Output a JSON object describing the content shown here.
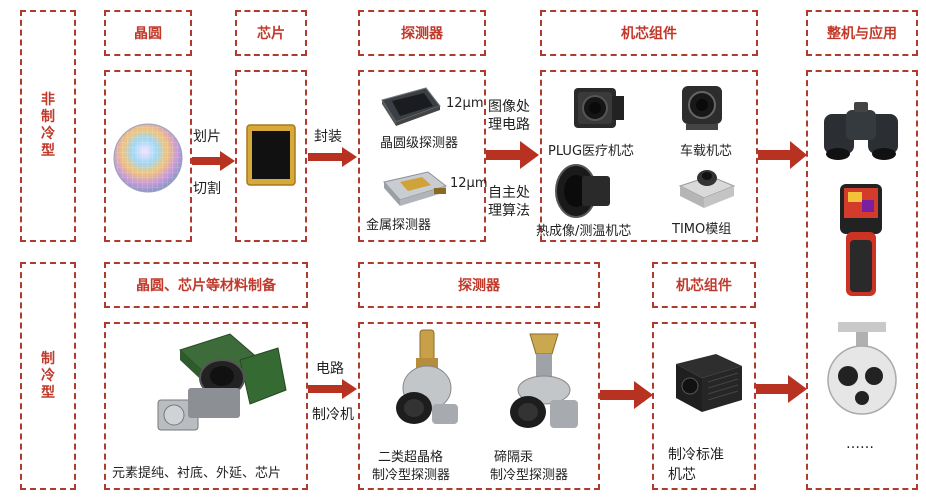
{
  "colors": {
    "border": "#b03a2e",
    "label": "#c0392b",
    "arrow": "#b83222"
  },
  "rows": {
    "uncooled": {
      "label": "非制冷型"
    },
    "cooled": {
      "label": "制冷型"
    }
  },
  "headers": {
    "wafer": "晶圆",
    "chip": "芯片",
    "detector": "探测器",
    "core_components": "机芯组件",
    "complete_machine": "整机与应用",
    "cooled_materials": "晶圆、芯片等材料制备",
    "cooled_detector": "探测器",
    "cooled_core": "机芯组件"
  },
  "uncooled": {
    "dicing_top": "划片",
    "dicing_bottom": "切割",
    "packaging": "封装",
    "detector_size_1": "12μm",
    "detector_name_1": "晶圆级探测器",
    "detector_size_2": "12μm",
    "detector_name_2": "金属探测器",
    "image_proc_1": "图像处",
    "image_proc_2": "理电路",
    "algo_1": "自主处",
    "algo_2": "理算法",
    "core_plug": "PLUG医疗机芯",
    "core_vehicle": "车载机芯",
    "core_thermal": "热成像/测温机芯",
    "core_timo": "TIMO模组"
  },
  "cooled": {
    "materials_caption": "元素提纯、衬底、外延、芯片",
    "circuit": "电路",
    "cooler": "制冷机",
    "det1_line1": "二类超晶格",
    "det1_line2": "制冷型探测器",
    "det2_line1": "碲隔汞",
    "det2_line2": "制冷型探测器",
    "core_line1": "制冷标准",
    "core_line2": "机芯"
  },
  "apps": {
    "more": "……"
  },
  "icons": [
    "wafer-icon",
    "chip-icon",
    "detector-icon",
    "camera-core-icon",
    "binocular-icon",
    "thermal-gun-icon",
    "gimbal-icon",
    "cooler-assembly-icon"
  ]
}
